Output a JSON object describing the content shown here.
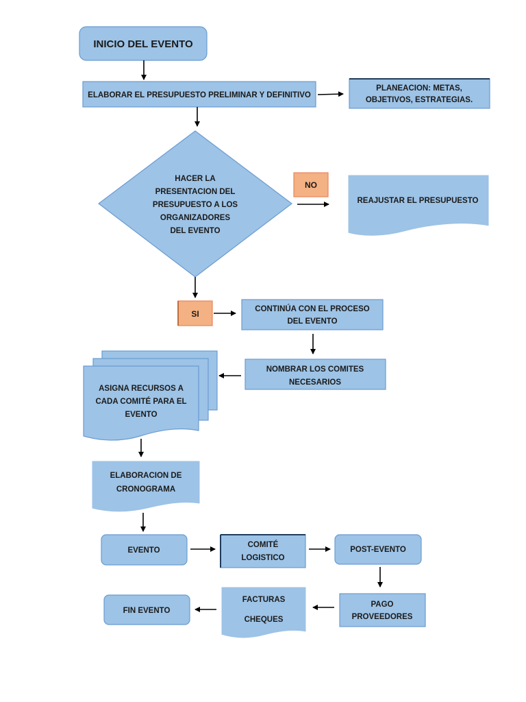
{
  "colors": {
    "node_fill": "#9DC3E6",
    "node_fill_dark": "#8DB3E2",
    "node_stroke": "#6A9BD1",
    "orange_fill": "#F4B183",
    "orange_stroke": "#E8845C",
    "arrow": "#000000"
  },
  "nodes": {
    "inicio": "INICIO DEL EVENTO",
    "elaborar": "ELABORAR EL PRESUPUESTO PRELIMINAR Y DEFINITIVO",
    "planeacion": [
      "PLANEACION: METAS,",
      "OBJETIVOS, ESTRATEGIAS."
    ],
    "decision": [
      "HACER LA",
      "PRESENTACION DEL",
      "PRESUPUESTO A LOS",
      "ORGANIZADORES",
      "DEL EVENTO"
    ],
    "no": "NO",
    "reajustar": "REAJUSTAR EL PRESUPUESTO",
    "si": "SI",
    "continua": [
      "CONTINÚA CON EL PROCESO",
      "DEL EVENTO"
    ],
    "nombrar": [
      "NOMBRAR LOS COMITES",
      "NECESARIOS"
    ],
    "asigna": [
      "ASIGNA RECURSOS A",
      "CADA COMITÉ PARA EL",
      "EVENTO"
    ],
    "cronograma": [
      "ELABORACION DE",
      "CRONOGRAMA"
    ],
    "evento": "EVENTO",
    "comite": [
      "COMITÉ",
      "LOGISTICO"
    ],
    "post": "POST-EVENTO",
    "pago": [
      "PAGO",
      "PROVEEDORES"
    ],
    "facturas": [
      "FACTURAS",
      "CHEQUES"
    ],
    "fin": "FIN EVENTO"
  }
}
